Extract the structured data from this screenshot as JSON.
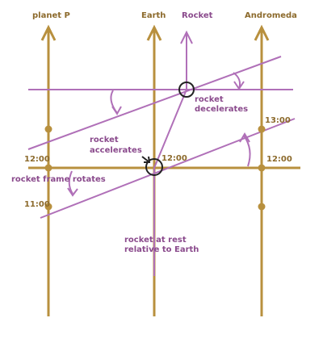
{
  "axes": {
    "planet_p": "planet P",
    "earth": "Earth",
    "rocket": "Rocket",
    "andromeda": "Andromeda"
  },
  "times": {
    "planet_1200": "12:00",
    "planet_1100": "11:00",
    "earth_1200": "12:00",
    "andromeda_1300": "13:00",
    "andromeda_1200": "12:00"
  },
  "annotations": {
    "rocket_decelerates_1": "rocket",
    "rocket_decelerates_2": "decelerates",
    "rocket_accelerates_1": "rocket",
    "rocket_accelerates_2": "accelerates",
    "frame_rotates": "rocket frame rotates",
    "at_rest_1": "rocket at rest",
    "at_rest_2": "relative to Earth"
  },
  "colors": {
    "worldline": "#b8903e",
    "rocket": "#b070b8",
    "text_brown": "#8c6a2c",
    "text_purple": "#8a4a8c"
  }
}
